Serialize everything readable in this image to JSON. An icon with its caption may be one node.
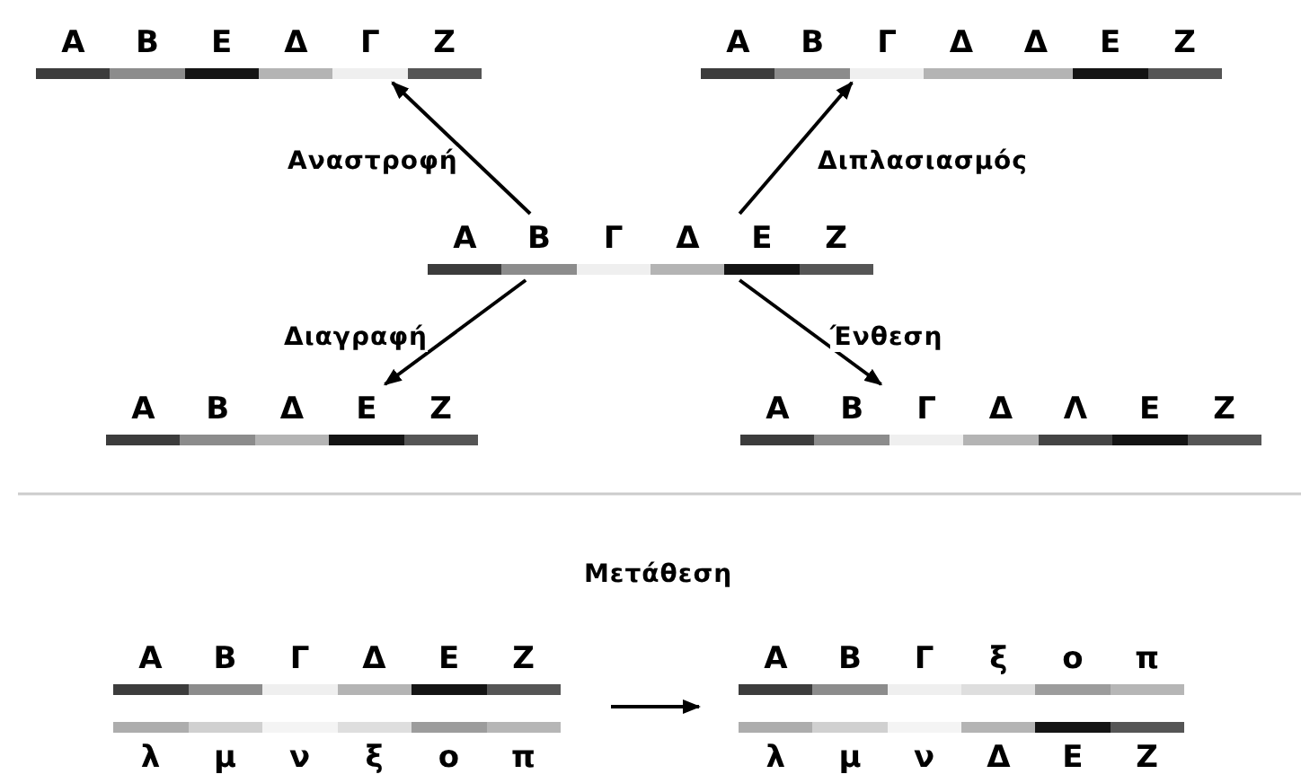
{
  "diagram": {
    "nodes": [
      {
        "text": [
          "Α",
          "Β",
          "Γ",
          "Δ",
          "Ε",
          "Ζ"
        ]
      },
      {
        "text": [
          "Α",
          "Β",
          "Ε",
          "Δ",
          "Γ",
          "Ζ"
        ]
      },
      {
        "text": [
          "Α",
          "Β",
          "Γ",
          "Δ",
          "Δ",
          "Ε",
          "Ζ"
        ]
      },
      {
        "text": [
          "Α",
          "Β",
          "Δ",
          "Ε",
          "Ζ"
        ]
      },
      {
        "text": [
          "Α",
          "Β",
          "Γ",
          "Δ",
          "Λ",
          "Ε",
          "Ζ"
        ]
      },
      {
        "text": [
          "Α",
          "Β",
          "Γ",
          "Δ",
          "Ε",
          "Ζ"
        ]
      },
      {
        "text": [
          "λ",
          "μ",
          "ν",
          "ξ",
          "ο",
          "π"
        ]
      },
      {
        "text": [
          "Α",
          "Β",
          "Γ",
          "ξ",
          "ο",
          "π"
        ]
      },
      {
        "text": [
          "λ",
          "μ",
          "ν",
          "Δ",
          "Ε",
          "Ζ"
        ]
      }
    ],
    "edges": [
      {
        "from": 0,
        "to": 1,
        "arrow": "to",
        "label": "Αναστροφή"
      },
      {
        "from": 0,
        "to": 2,
        "arrow": "to",
        "label": "Διπλασιασμός"
      },
      {
        "from": 0,
        "to": 3,
        "arrow": "to",
        "label": "Διαγραφή"
      },
      {
        "from": 0,
        "to": 4,
        "arrow": "to",
        "label": "Ένθεση"
      },
      {
        "from": 5,
        "to": 7,
        "arrow": "to"
      },
      {
        "from": 6,
        "to": 8,
        "arrow": "to"
      }
    ],
    "labels": [
      "Μετάθεση"
    ]
  }
}
